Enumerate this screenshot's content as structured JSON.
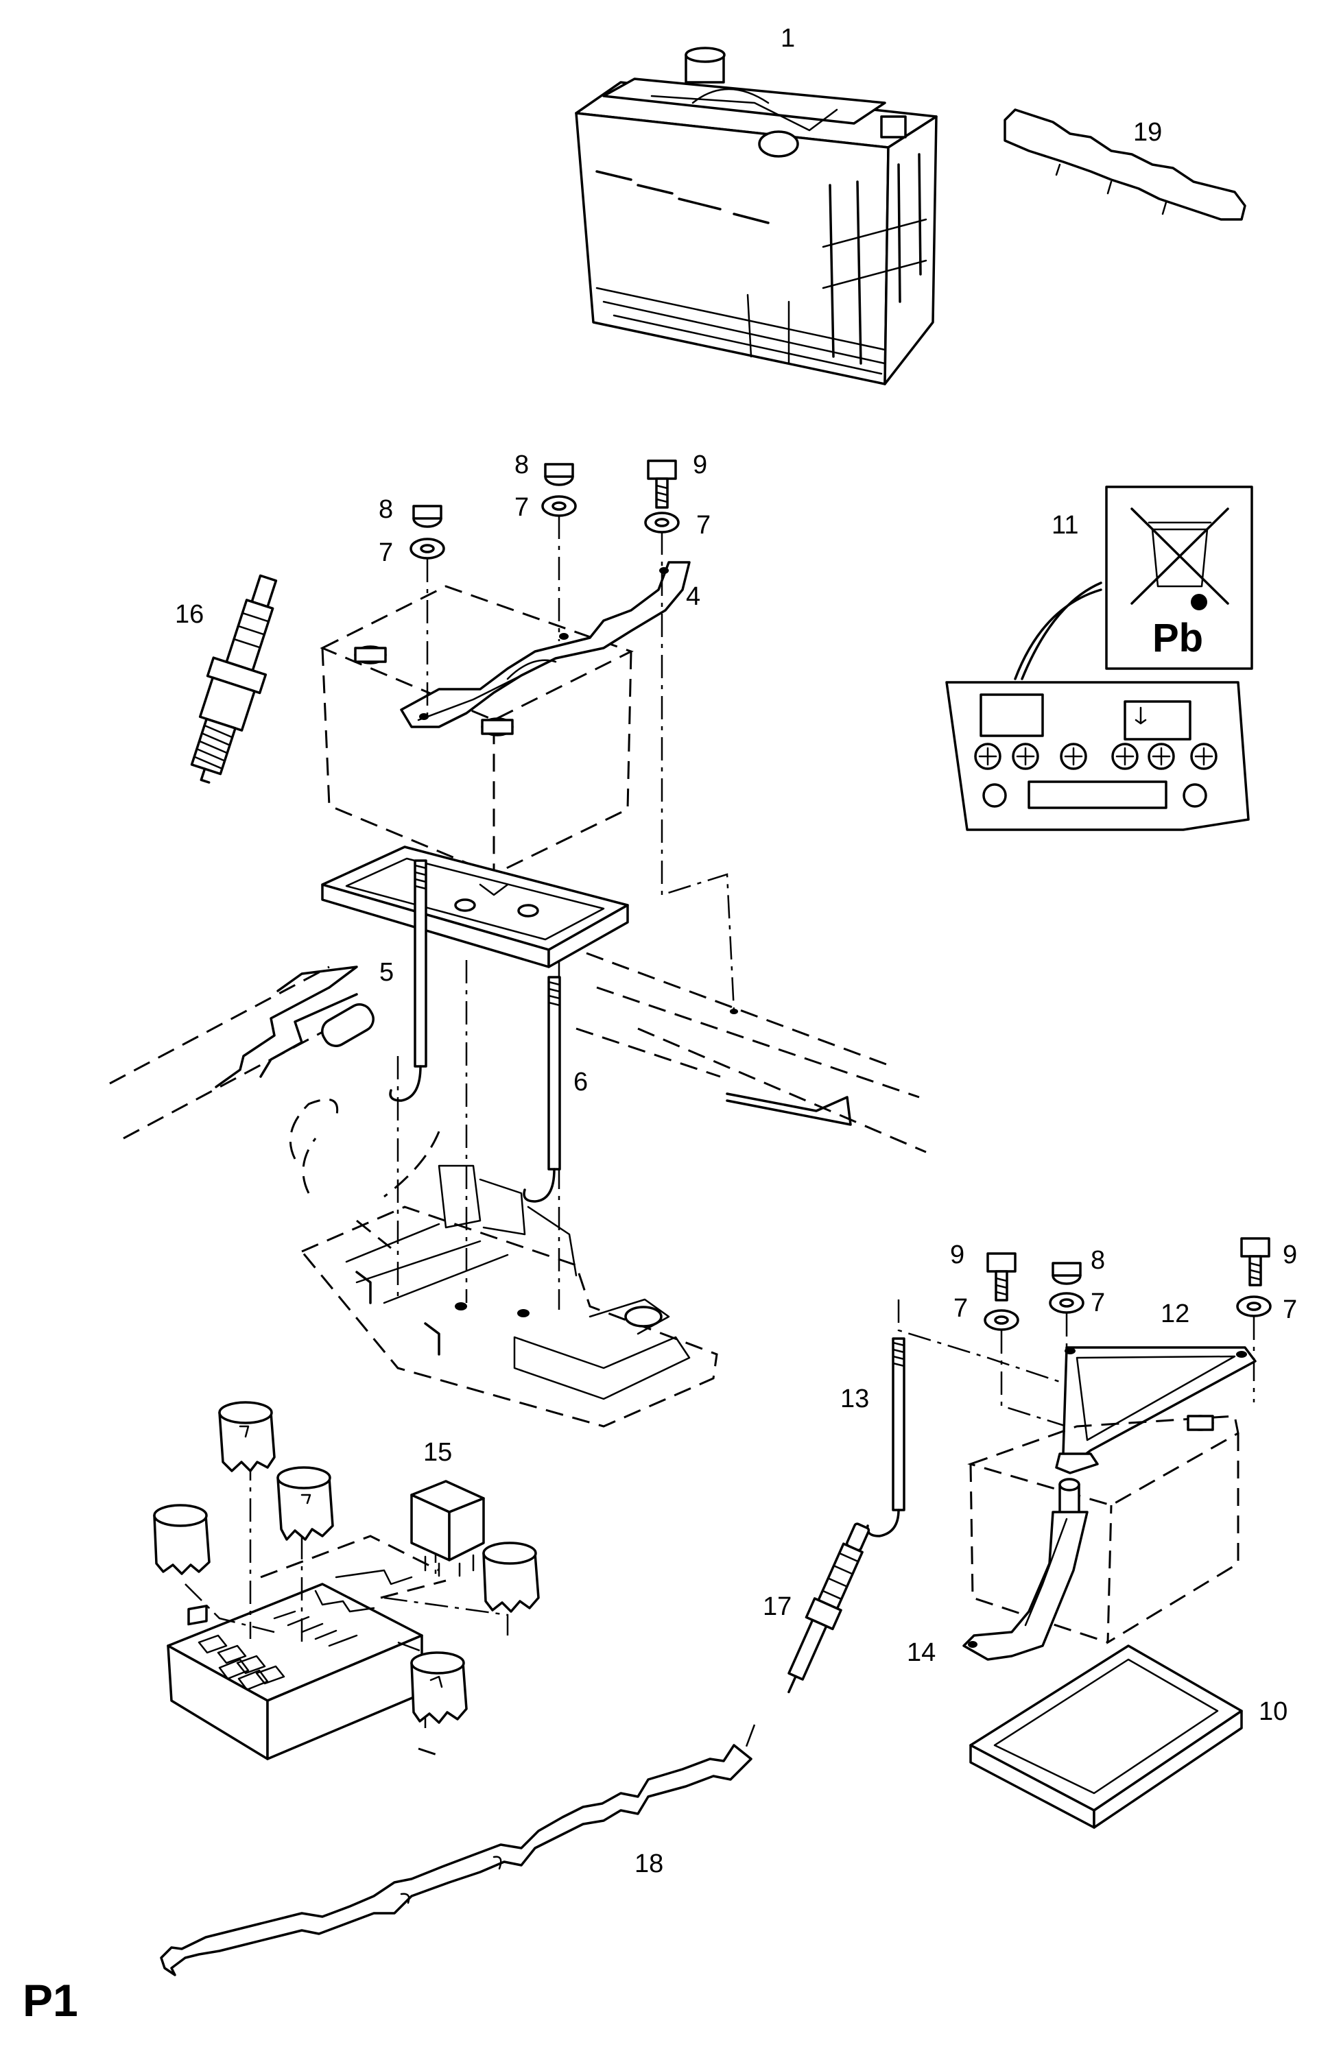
{
  "page_label": "P1",
  "callouts": {
    "c1": "1",
    "c19": "19",
    "c8a": "8",
    "c7a": "7",
    "c8b": "8",
    "c7b": "7",
    "c9a": "9",
    "c7c": "7",
    "c4": "4",
    "c11": "11",
    "c16": "16",
    "c5": "5",
    "c6": "6",
    "c9b": "9",
    "c7d": "7",
    "c8c": "8",
    "c7e": "7",
    "c9c": "9",
    "c7f": "7",
    "c12": "12",
    "c13": "13",
    "c15": "15",
    "c17": "17",
    "c14": "14",
    "c10": "10",
    "c18": "18"
  },
  "recycling_label_text": "Pb"
}
